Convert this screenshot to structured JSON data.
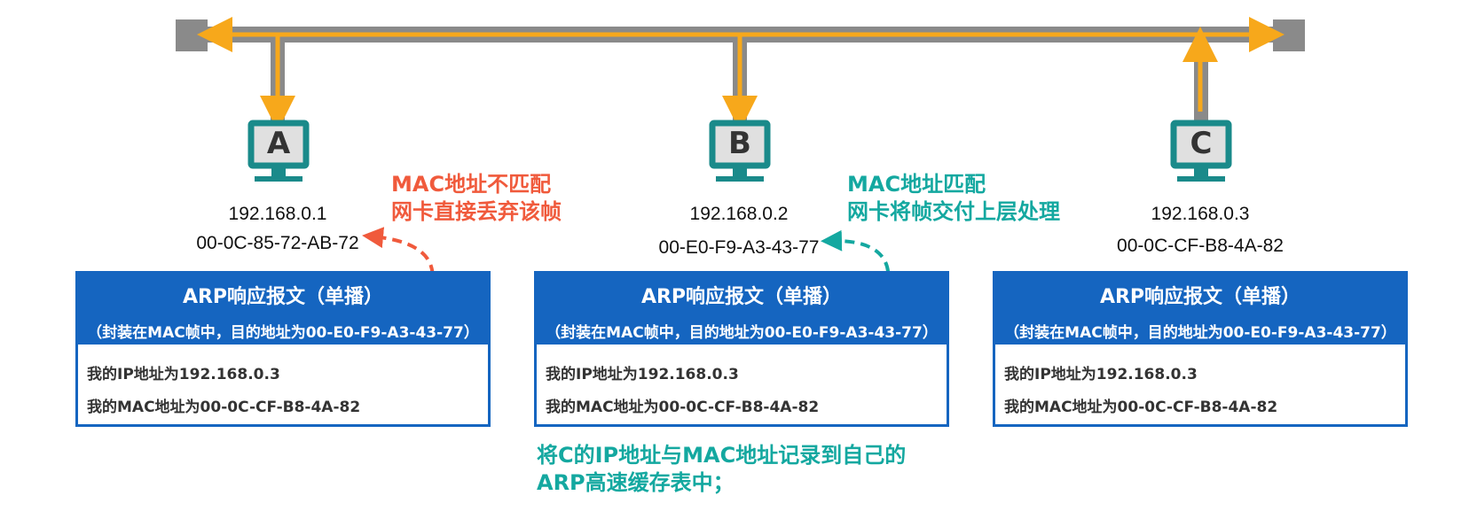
{
  "hosts": [
    {
      "letter": "A",
      "ip": "192.168.0.1",
      "mac": "00-0C-85-72-AB-72"
    },
    {
      "letter": "B",
      "ip": "192.168.0.2",
      "mac": "00-E0-F9-A3-43-77"
    },
    {
      "letter": "C",
      "ip": "192.168.0.3",
      "mac": "00-0C-CF-B8-4A-82"
    }
  ],
  "notes": {
    "mismatch": {
      "line1": "MAC地址不匹配",
      "line2": "网卡直接丢弃该帧"
    },
    "match": {
      "line1": "MAC地址匹配",
      "line2": "网卡将帧交付上层处理"
    },
    "record": {
      "line1": "将C的IP地址与MAC地址记录到自己的",
      "line2": "ARP高速缓存表中；"
    }
  },
  "frames": [
    {
      "title": "ARP响应报文（单播）",
      "subtitle": "（封装在MAC帧中，目的地址为00-E0-F9-A3-43-77）",
      "line1": "我的IP地址为192.168.0.3",
      "line2": "我的MAC地址为00-0C-CF-B8-4A-82"
    },
    {
      "title": "ARP响应报文（单播）",
      "subtitle": "（封装在MAC帧中，目的地址为00-E0-F9-A3-43-77）",
      "line1": "我的IP地址为192.168.0.3",
      "line2": "我的MAC地址为00-0C-CF-B8-4A-82"
    },
    {
      "title": "ARP响应报文（单播）",
      "subtitle": "（封装在MAC帧中，目的地址为00-E0-F9-A3-43-77）",
      "line1": "我的IP地址为192.168.0.3",
      "line2": "我的MAC地址为00-0C-CF-B8-4A-82"
    }
  ],
  "colors": {
    "bus": "#8a8a8a",
    "signal": "#f7a81b",
    "pc_border": "#1a8a8a",
    "pc_screen": "#e0e0e0",
    "frame_blue": "#1565c0",
    "note_red": "#f05a3c",
    "note_teal": "#14a8a0"
  }
}
